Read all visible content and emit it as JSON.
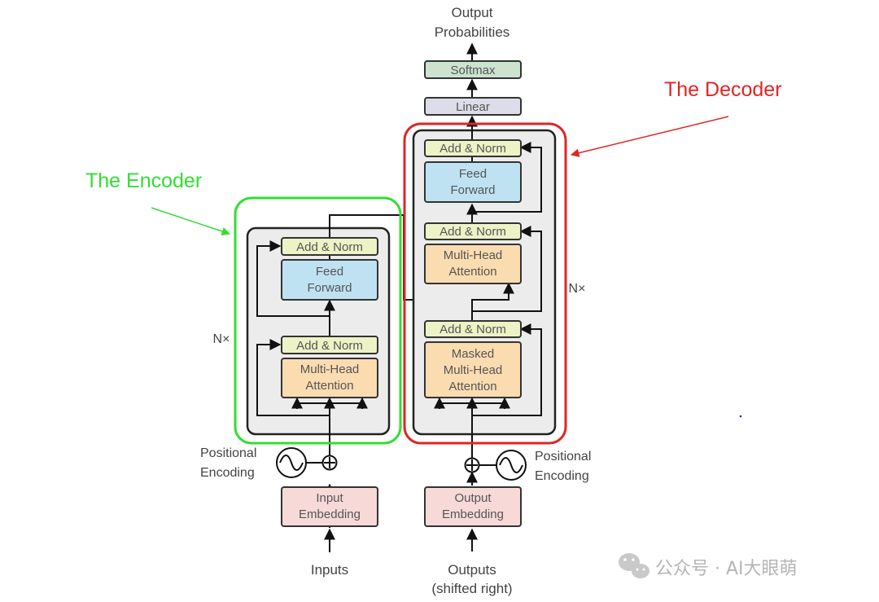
{
  "colors": {
    "encoder_callout": "#33dd33",
    "decoder_callout": "#e02424",
    "add_norm": "#eef3c6",
    "feed_forward": "#bfe2f3",
    "attention": "#fbdcb1",
    "embedding": "#f7d9d8",
    "linear": "#dcdde8",
    "softmax": "#cbe3cf",
    "stack_bg": "#ececec"
  },
  "encoder": {
    "callout": "The Encoder",
    "nx": "N×",
    "add_norm_top": "Add & Norm",
    "feed_forward": [
      "Feed",
      "Forward"
    ],
    "add_norm_bottom": "Add & Norm",
    "attention": [
      "Multi-Head",
      "Attention"
    ],
    "positional": [
      "Positional",
      "Encoding"
    ],
    "embedding": [
      "Input",
      "Embedding"
    ],
    "input": "Inputs"
  },
  "decoder": {
    "callout": "The Decoder",
    "nx": "N×",
    "add_norm_1": "Add & Norm",
    "feed_forward": [
      "Feed",
      "Forward"
    ],
    "add_norm_2": "Add & Norm",
    "cross_attention": [
      "Multi-Head",
      "Attention"
    ],
    "add_norm_3": "Add & Norm",
    "masked_attention": [
      "Masked",
      "Multi-Head",
      "Attention"
    ],
    "positional": [
      "Positional",
      "Encoding"
    ],
    "embedding": [
      "Output",
      "Embedding"
    ],
    "input": [
      "Outputs",
      "(shifted right)"
    ]
  },
  "head": {
    "linear": "Linear",
    "softmax": "Softmax",
    "output": [
      "Output",
      "Probabilities"
    ]
  },
  "watermark": {
    "text": "公众号 · AI大眼萌",
    "icon": "wechat-icon"
  }
}
